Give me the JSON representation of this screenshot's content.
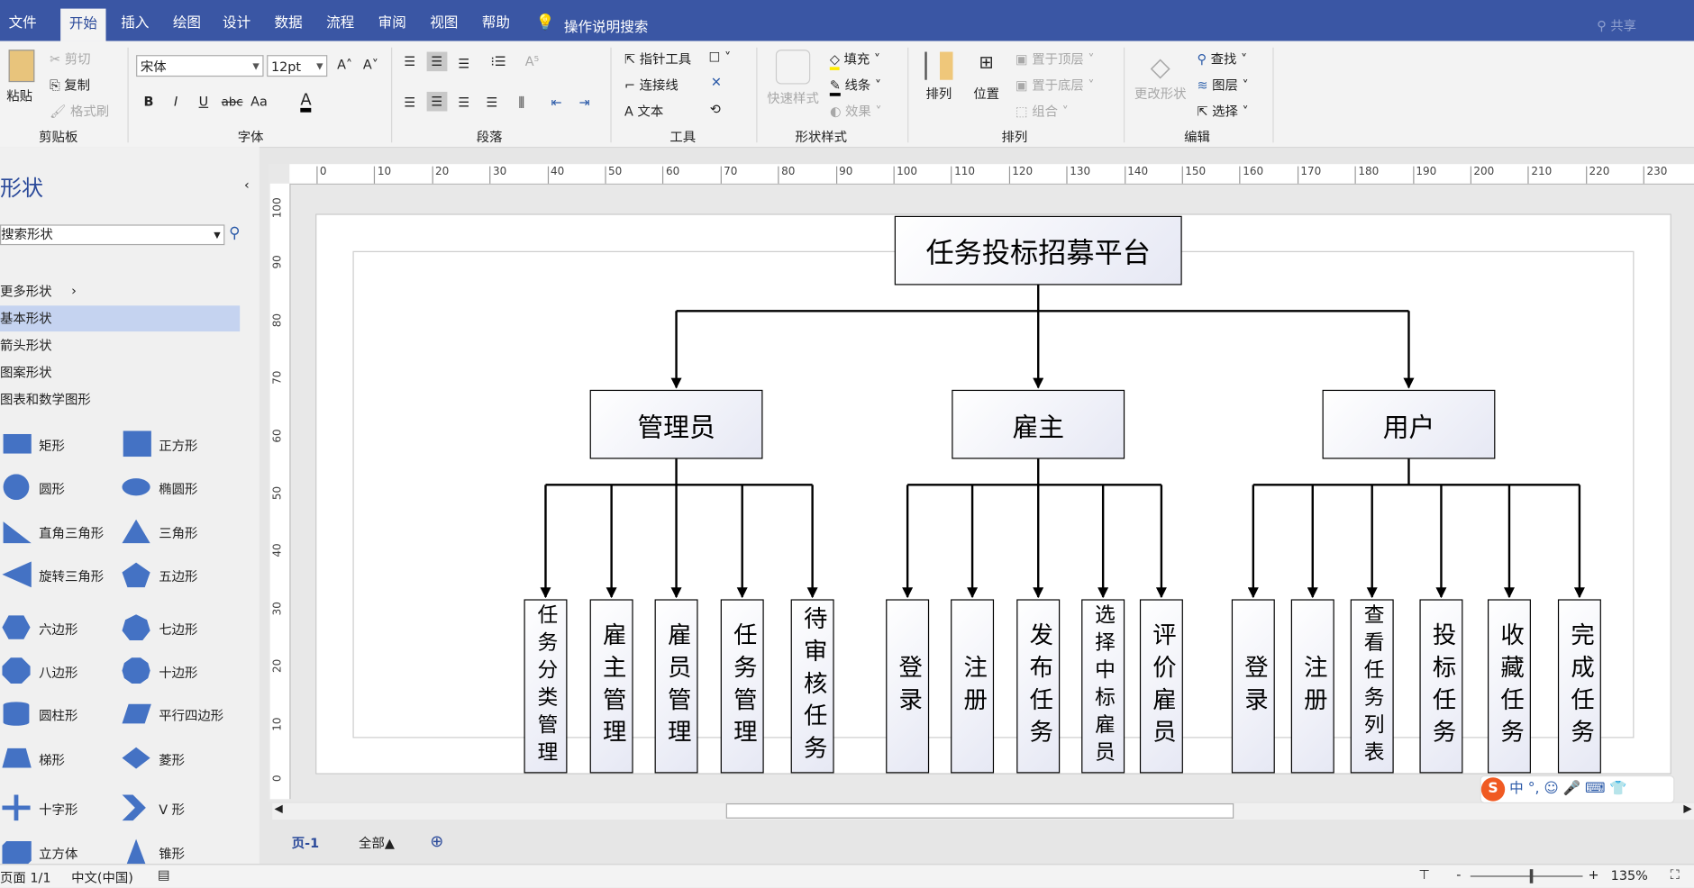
{
  "tabs": [
    {
      "label": "文件"
    },
    {
      "label": "开始"
    },
    {
      "label": "插入"
    },
    {
      "label": "绘图"
    },
    {
      "label": "设计"
    },
    {
      "label": "数据"
    },
    {
      "label": "流程"
    },
    {
      "label": "审阅"
    },
    {
      "label": "视图"
    },
    {
      "label": "帮助"
    }
  ],
  "tell_me": "操作说明搜索",
  "share": "共享",
  "ribbon": {
    "clipboard": {
      "paste": "粘贴",
      "cut": "剪切",
      "copy": "复制",
      "format_painter": "格式刷",
      "label": "剪贴板"
    },
    "font": {
      "name": "宋体",
      "size": "12pt",
      "bold": "B",
      "italic": "I",
      "underline": "U",
      "strike": "abc",
      "case": "Aa",
      "color": "A",
      "label": "字体"
    },
    "paragraph": {
      "label": "段落"
    },
    "tools": {
      "pointer": "指针工具",
      "connector": "连接线",
      "text": "文本",
      "label": "工具"
    },
    "shape_styles": {
      "quick": "快速样式",
      "fill": "填充",
      "line": "线条",
      "effects": "效果",
      "label": "形状样式"
    },
    "arrange": {
      "arrange": "排列",
      "position": "位置",
      "bring_front": "置于顶层",
      "send_back": "置于底层",
      "group": "组合",
      "label": "排列"
    },
    "editing": {
      "change_shape": "更改形状",
      "find": "查找",
      "layers": "图层",
      "select": "选择",
      "label": "编辑"
    }
  },
  "shapes_panel": {
    "title": "形状",
    "search_placeholder": "搜索形状",
    "categories": [
      {
        "label": "更多形状"
      },
      {
        "label": "基本形状"
      },
      {
        "label": "箭头形状"
      },
      {
        "label": "图案形状"
      },
      {
        "label": "图表和数学图形"
      }
    ],
    "items": [
      {
        "label": "矩形"
      },
      {
        "label": "正方形"
      },
      {
        "label": "圆形"
      },
      {
        "label": "椭圆形"
      },
      {
        "label": "直角三角形"
      },
      {
        "label": "三角形"
      },
      {
        "label": "旋转三角形"
      },
      {
        "label": "五边形"
      },
      {
        "label": "六边形"
      },
      {
        "label": "七边形"
      },
      {
        "label": "八边形"
      },
      {
        "label": "十边形"
      },
      {
        "label": "圆柱形"
      },
      {
        "label": "平行四边形"
      },
      {
        "label": "梯形"
      },
      {
        "label": "菱形"
      },
      {
        "label": "十字形"
      },
      {
        "label": "V 形"
      },
      {
        "label": "立方体"
      },
      {
        "label": "锥形"
      }
    ]
  },
  "ruler_h": [
    "0",
    "10",
    "20",
    "30",
    "40",
    "50",
    "60",
    "70",
    "80",
    "90",
    "100",
    "110",
    "120",
    "130",
    "140",
    "150",
    "160",
    "170",
    "180",
    "190",
    "200",
    "210",
    "220",
    "230"
  ],
  "ruler_v": [
    "100",
    "90",
    "80",
    "70",
    "60",
    "50",
    "40",
    "30",
    "20",
    "10",
    "0"
  ],
  "diagram": {
    "root": "任务投标招募平台",
    "groups": [
      {
        "label": "管理员",
        "children": [
          "任务分类管理",
          "雇主管理",
          "雇员管理",
          "任务管理",
          "待审核任务"
        ]
      },
      {
        "label": "雇主",
        "children": [
          "登录",
          "注册",
          "发布任务",
          "选择中标雇员",
          "评价雇员"
        ]
      },
      {
        "label": "用户",
        "children": [
          "登录",
          "注册",
          "查看任务列表",
          "投标任务",
          "收藏任务",
          "完成任务"
        ]
      }
    ]
  },
  "page_tabs": {
    "page": "页-1",
    "all": "全部▲"
  },
  "status": {
    "page": "页面 1/1",
    "language": "中文(中国)",
    "zoom": "135%"
  },
  "ime": {
    "mode": "中"
  }
}
